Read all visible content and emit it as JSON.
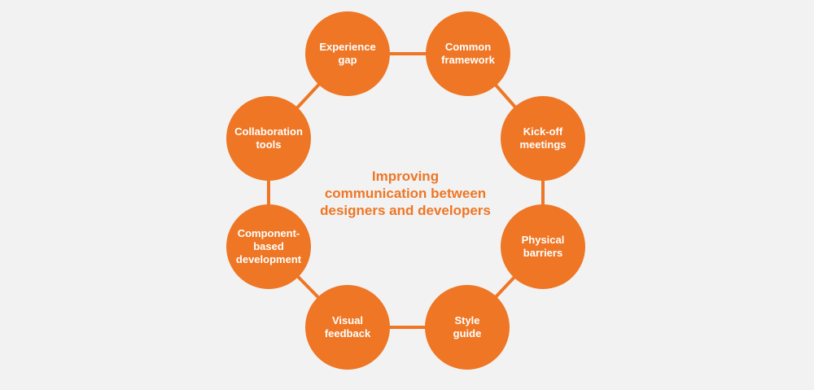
{
  "center": {
    "title": "Improving\ncommunication between\ndesigners and developers"
  },
  "nodes": [
    {
      "id": "experience-gap",
      "label": "Experience\ngap"
    },
    {
      "id": "common-framework",
      "label": "Common\nframework"
    },
    {
      "id": "kick-off-meetings",
      "label": "Kick-off\nmeetings"
    },
    {
      "id": "physical-barriers",
      "label": "Physical\nbarriers"
    },
    {
      "id": "style-guide",
      "label": "Style\nguide"
    },
    {
      "id": "visual-feedback",
      "label": "Visual\nfeedback"
    },
    {
      "id": "component-based-development",
      "label": "Component-\nbased\ndevelopment"
    },
    {
      "id": "collaboration-tools",
      "label": "Collaboration\ntools"
    }
  ],
  "colors": {
    "accent": "#ee7624",
    "background": "#f2f2f2",
    "node_text": "#ffffff"
  }
}
